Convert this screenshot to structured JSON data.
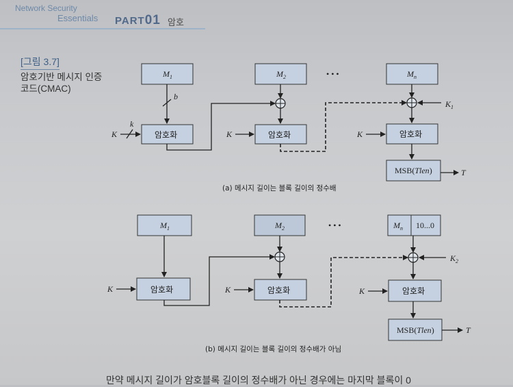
{
  "header": {
    "series": "Network Security",
    "subtitle": "Essentials",
    "part_prefix": "PART",
    "part_number": "01",
    "chapter": "암호"
  },
  "figure": {
    "label": "[그림 3.7]",
    "title": "암호기반 메시지 인증 코드(CMAC)",
    "caption_a": "(a) 메시지 길이는 블록 길이의 정수배",
    "caption_b": "(b) 메시지 길이는 블록 길이의 정수배가 아님",
    "encrypt_label": "암호화",
    "key_label": "K",
    "b_label": "b",
    "k_label": "k",
    "subkey1": "K",
    "subkey1_sub": "1",
    "subkey2": "K",
    "subkey2_sub": "2",
    "msb_label_prefix": "MSB(",
    "msb_label_var": "Tlen",
    "msb_label_suffix": ")",
    "tag_label": "T",
    "dots": "• • •",
    "msg_m": "M",
    "msg_subs": [
      "1",
      "2",
      "n"
    ],
    "padding_label": "10...0"
  },
  "bottom_text": "만약 메시지 길이가 암호블록 길이의 정수배가 아닌 경우에는 마지막 블록이 0"
}
